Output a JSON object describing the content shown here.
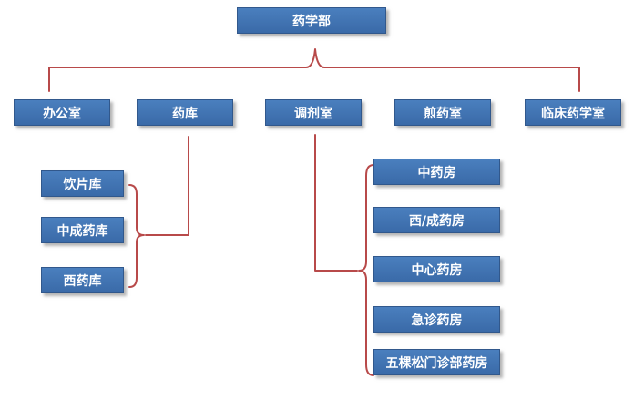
{
  "root": {
    "label": "药学部"
  },
  "departments": [
    {
      "label": "办公室"
    },
    {
      "label": "药库"
    },
    {
      "label": "调剂室"
    },
    {
      "label": "煎药室"
    },
    {
      "label": "临床药学室"
    }
  ],
  "storage_units": [
    {
      "label": "饮片库"
    },
    {
      "label": "中成药库"
    },
    {
      "label": "西药库"
    }
  ],
  "pharmacies": [
    {
      "label": "中药房"
    },
    {
      "label": "西/成药房"
    },
    {
      "label": "中心药房"
    },
    {
      "label": "急诊药房"
    },
    {
      "label": "五棵松门诊部药房"
    }
  ],
  "colors": {
    "box_fill": "#4177b8",
    "box_border": "#31588c",
    "connector": "#b84a4a"
  }
}
